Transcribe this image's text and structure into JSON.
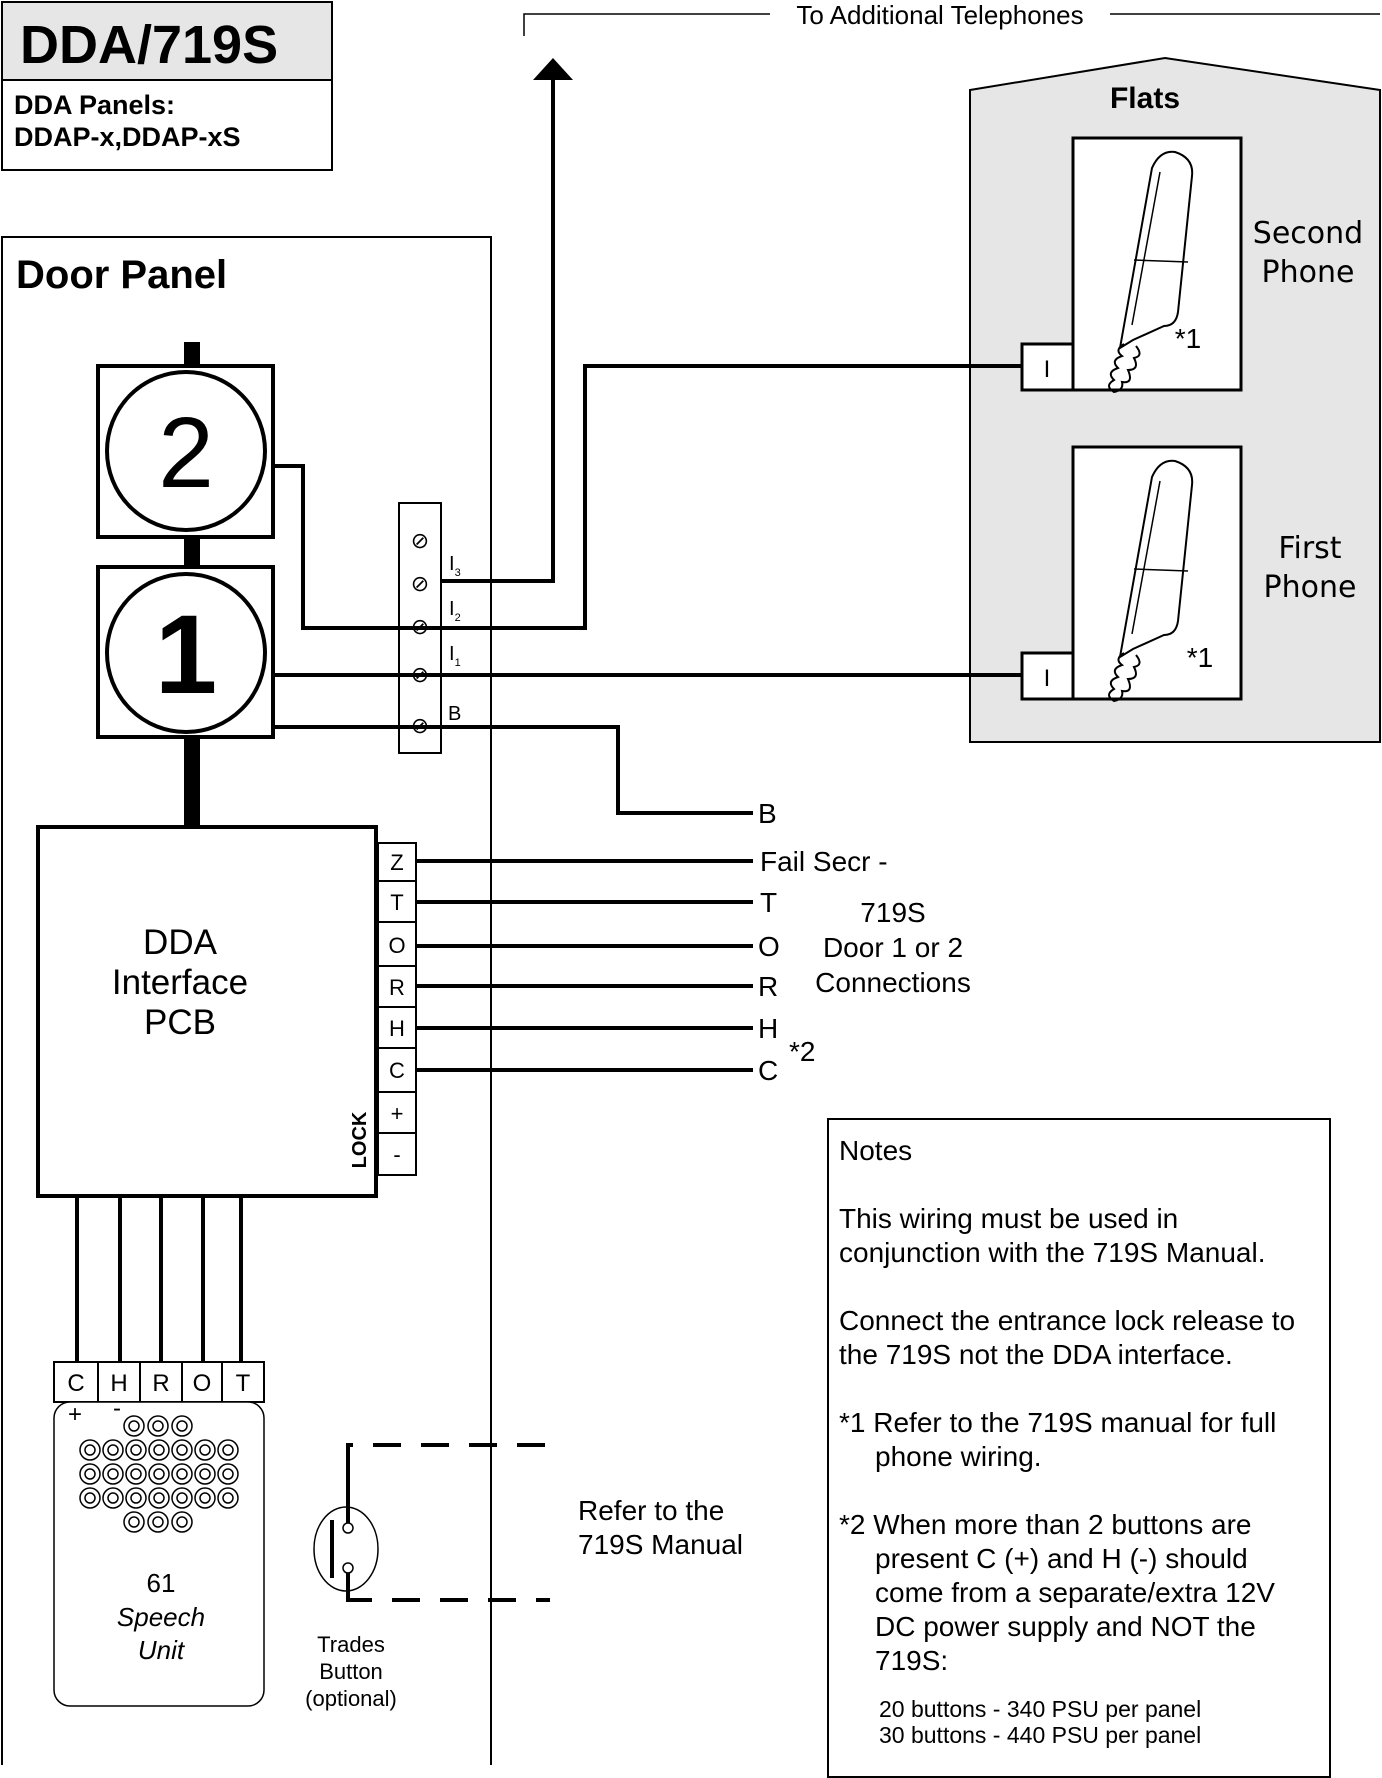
{
  "title_box": {
    "model": "DDA/719S",
    "panels_line1": "DDA Panels:",
    "panels_line2": "DDAP-x,DDAP-xS"
  },
  "top_label": "To Additional Telephones",
  "flats": {
    "title": "Flats",
    "second_phone": [
      "Second",
      "Phone"
    ],
    "first_phone": [
      "First",
      "Phone"
    ],
    "phone_terminal": "I",
    "footnote_ref": "*1"
  },
  "door_panel": {
    "title": "Door Panel",
    "button_2": "2",
    "button_1": "1",
    "terminal_block": [
      {
        "name": "I",
        "sub": "3"
      },
      {
        "name": "I",
        "sub": "2"
      },
      {
        "name": "I",
        "sub": "1"
      },
      {
        "name": "B",
        "sub": ""
      }
    ],
    "interface_pcb": [
      "DDA",
      "Interface",
      "PCB"
    ],
    "pcb_terminals": [
      "Z",
      "T",
      "O",
      "R",
      "H",
      "C",
      "+",
      "-"
    ],
    "lock_label": "LOCK",
    "speech_terminals": [
      "C",
      "H",
      "R",
      "O",
      "T"
    ],
    "speech_plus": "+",
    "speech_minus": "-",
    "speech_unit": {
      "number": "61",
      "line1": "Speech",
      "line2": "Unit"
    },
    "trades_button": [
      "Trades",
      "Button",
      "(optional)"
    ]
  },
  "outputs": {
    "b": "B",
    "fail_secr": "Fail Secr -",
    "t": "T",
    "o": "O",
    "r": "R",
    "h": "H",
    "c": "C",
    "footnote_2": "*2",
    "group_label": [
      "719S",
      "Door 1 or 2",
      "Connections"
    ]
  },
  "refer_label": [
    "Refer to the",
    "719S Manual"
  ],
  "notes": {
    "heading": "Notes",
    "p1": "This wiring must be used in conjunction with the 719S Manual.",
    "p2": "Connect the entrance lock release to the 719S not the DDA interface.",
    "p3": "*1 Refer to the 719S manual for full phone wiring.",
    "p4": "*2 When more than 2 buttons are present C (+) and H (-) should come from a separate/extra 12V DC power supply and NOT the 719S:",
    "psu1": "20 buttons - 340 PSU per panel",
    "psu2": "30 buttons - 440 PSU per panel"
  }
}
